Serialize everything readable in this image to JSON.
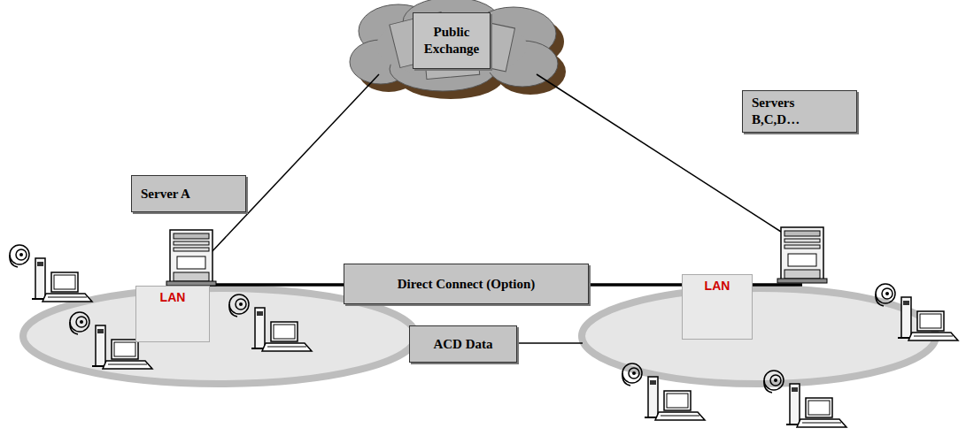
{
  "diagram": {
    "nodes": [
      {
        "text": [
          "Public Exchange"
        ]
      },
      {
        "text": [
          "Server A"
        ]
      },
      {
        "text": [
          "Servers B,C,D…"
        ]
      },
      {
        "text": [
          "Direct Connect (Option)"
        ]
      },
      {
        "text": [
          "ACD Data"
        ]
      },
      {
        "text": [
          "LAN"
        ]
      },
      {
        "text": [
          "LAN"
        ]
      }
    ]
  }
}
